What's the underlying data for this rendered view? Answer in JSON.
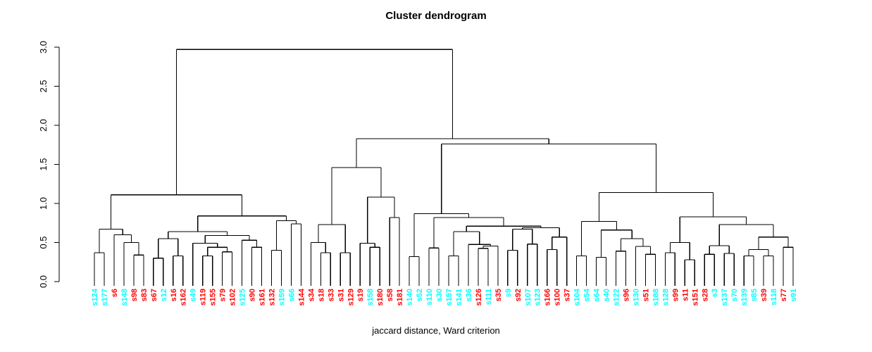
{
  "chart_data": {
    "type": "dendrogram",
    "title": "Cluster dendrogram",
    "xlabel": "jaccard distance, Ward criterion",
    "ylabel": "",
    "ylim": [
      0,
      3
    ],
    "y_ticks": [
      {
        "value": 0.0,
        "label": "0.0"
      },
      {
        "value": 0.5,
        "label": "0.5"
      },
      {
        "value": 1.0,
        "label": "1.0"
      },
      {
        "value": 1.5,
        "label": "1.5"
      },
      {
        "value": 2.0,
        "label": "2.0"
      },
      {
        "value": 2.5,
        "label": "2.5"
      },
      {
        "value": 3.0,
        "label": "3.0"
      }
    ],
    "colors": {
      "red": "#FF0000",
      "cyan": "#00FFFF",
      "line": "#000000",
      "background": "#FFFFFF"
    },
    "leaves": [
      {
        "label": "s124",
        "color": "cyan"
      },
      {
        "label": "s177",
        "color": "cyan"
      },
      {
        "label": "s6",
        "color": "red"
      },
      {
        "label": "s148",
        "color": "cyan"
      },
      {
        "label": "s98",
        "color": "red"
      },
      {
        "label": "s83",
        "color": "red"
      },
      {
        "label": "s67",
        "color": "red"
      },
      {
        "label": "s12",
        "color": "cyan"
      },
      {
        "label": "s16",
        "color": "red"
      },
      {
        "label": "s162",
        "color": "red"
      },
      {
        "label": "s49",
        "color": "cyan"
      },
      {
        "label": "s119",
        "color": "red"
      },
      {
        "label": "s155",
        "color": "red"
      },
      {
        "label": "s79",
        "color": "red"
      },
      {
        "label": "s102",
        "color": "red"
      },
      {
        "label": "s125",
        "color": "cyan"
      },
      {
        "label": "s90",
        "color": "red"
      },
      {
        "label": "s161",
        "color": "red"
      },
      {
        "label": "s132",
        "color": "red"
      },
      {
        "label": "s159",
        "color": "cyan"
      },
      {
        "label": "s66",
        "color": "cyan"
      },
      {
        "label": "s144",
        "color": "red"
      },
      {
        "label": "s34",
        "color": "red"
      },
      {
        "label": "s18",
        "color": "red"
      },
      {
        "label": "s33",
        "color": "red"
      },
      {
        "label": "s31",
        "color": "red"
      },
      {
        "label": "s129",
        "color": "red"
      },
      {
        "label": "s19",
        "color": "red"
      },
      {
        "label": "s158",
        "color": "cyan"
      },
      {
        "label": "s180",
        "color": "red"
      },
      {
        "label": "s58",
        "color": "red"
      },
      {
        "label": "s181",
        "color": "red"
      },
      {
        "label": "s140",
        "color": "cyan"
      },
      {
        "label": "s52",
        "color": "cyan"
      },
      {
        "label": "s110",
        "color": "cyan"
      },
      {
        "label": "s30",
        "color": "cyan"
      },
      {
        "label": "s157",
        "color": "cyan"
      },
      {
        "label": "s141",
        "color": "cyan"
      },
      {
        "label": "s36",
        "color": "cyan"
      },
      {
        "label": "s126",
        "color": "red"
      },
      {
        "label": "s111",
        "color": "cyan"
      },
      {
        "label": "s35",
        "color": "red"
      },
      {
        "label": "s9",
        "color": "cyan"
      },
      {
        "label": "s92",
        "color": "red"
      },
      {
        "label": "s107",
        "color": "cyan"
      },
      {
        "label": "s123",
        "color": "cyan"
      },
      {
        "label": "s166",
        "color": "red"
      },
      {
        "label": "s100",
        "color": "red"
      },
      {
        "label": "s37",
        "color": "red"
      },
      {
        "label": "s104",
        "color": "cyan"
      },
      {
        "label": "s54",
        "color": "cyan"
      },
      {
        "label": "s64",
        "color": "cyan"
      },
      {
        "label": "s40",
        "color": "cyan"
      },
      {
        "label": "s122",
        "color": "cyan"
      },
      {
        "label": "s96",
        "color": "red"
      },
      {
        "label": "s130",
        "color": "cyan"
      },
      {
        "label": "s51",
        "color": "red"
      },
      {
        "label": "s188",
        "color": "cyan"
      },
      {
        "label": "s128",
        "color": "cyan"
      },
      {
        "label": "s99",
        "color": "red"
      },
      {
        "label": "s11",
        "color": "red"
      },
      {
        "label": "s151",
        "color": "red"
      },
      {
        "label": "s28",
        "color": "red"
      },
      {
        "label": "s3",
        "color": "cyan"
      },
      {
        "label": "s137",
        "color": "cyan"
      },
      {
        "label": "s70",
        "color": "cyan"
      },
      {
        "label": "s139",
        "color": "cyan"
      },
      {
        "label": "s85",
        "color": "cyan"
      },
      {
        "label": "s39",
        "color": "red"
      },
      {
        "label": "s118",
        "color": "cyan"
      },
      {
        "label": "s77",
        "color": "red"
      },
      {
        "label": "s91",
        "color": "cyan"
      }
    ],
    "tree": {
      "h": 2.97,
      "c": [
        {
          "h": 1.11,
          "c": [
            {
              "h": 0.67,
              "c": [
                {
                  "h": 0.37,
                  "c": [
                    "s124",
                    "s177"
                  ]
                },
                {
                  "h": 0.6,
                  "c": [
                    "s6",
                    {
                      "h": 0.5,
                      "c": [
                        "s148",
                        {
                          "h": 0.34,
                          "c": [
                            "s98",
                            "s83"
                          ]
                        }
                      ]
                    }
                  ]
                }
              ]
            },
            {
              "h": 0.84,
              "c": [
                {
                  "h": 0.64,
                  "c": [
                    {
                      "h": 0.55,
                      "c": [
                        {
                          "h": 0.3,
                          "c": [
                            "s67",
                            "s12"
                          ]
                        },
                        {
                          "h": 0.33,
                          "c": [
                            "s16",
                            "s162"
                          ]
                        }
                      ]
                    },
                    {
                      "h": 0.59,
                      "c": [
                        {
                          "h": 0.49,
                          "c": [
                            "s49",
                            {
                              "h": 0.44,
                              "c": [
                                {
                                  "h": 0.33,
                                  "c": [
                                    "s119",
                                    "s155"
                                  ]
                                },
                                {
                                  "h": 0.38,
                                  "c": [
                                    "s79",
                                    "s102"
                                  ]
                                }
                              ]
                            }
                          ]
                        },
                        {
                          "h": 0.53,
                          "c": [
                            "s125",
                            {
                              "h": 0.44,
                              "c": [
                                "s90",
                                "s161"
                              ]
                            }
                          ]
                        }
                      ]
                    }
                  ]
                },
                {
                  "h": 0.78,
                  "c": [
                    {
                      "h": 0.4,
                      "c": [
                        "s132",
                        "s159"
                      ]
                    },
                    {
                      "h": 0.74,
                      "c": [
                        "s66",
                        "s144"
                      ]
                    }
                  ]
                }
              ]
            }
          ]
        },
        {
          "h": 1.83,
          "c": [
            {
              "h": 1.46,
              "c": [
                {
                  "h": 0.73,
                  "c": [
                    {
                      "h": 0.5,
                      "c": [
                        "s34",
                        {
                          "h": 0.37,
                          "c": [
                            "s18",
                            "s33"
                          ]
                        }
                      ]
                    },
                    {
                      "h": 0.37,
                      "c": [
                        "s31",
                        "s129"
                      ]
                    }
                  ]
                },
                {
                  "h": 1.08,
                  "c": [
                    {
                      "h": 0.49,
                      "c": [
                        "s19",
                        {
                          "h": 0.44,
                          "c": [
                            "s158",
                            "s180"
                          ]
                        }
                      ]
                    },
                    {
                      "h": 0.82,
                      "c": [
                        "s58",
                        "s181"
                      ]
                    }
                  ]
                }
              ]
            },
            {
              "h": 1.76,
              "c": [
                {
                  "h": 0.87,
                  "c": [
                    {
                      "h": 0.32,
                      "c": [
                        "s140",
                        "s52"
                      ]
                    },
                    {
                      "h": 0.82,
                      "c": [
                        {
                          "h": 0.43,
                          "c": [
                            "s110",
                            "s30"
                          ]
                        },
                        {
                          "h": 0.71,
                          "c": [
                            {
                              "h": 0.64,
                              "c": [
                                {
                                  "h": 0.33,
                                  "c": [
                                    "s157",
                                    "s141"
                                  ]
                                },
                                {
                                  "h": 0.475,
                                  "c": [
                                    "s36",
                                    {
                                      "h": 0.455,
                                      "c": [
                                        {
                                          "h": 0.425,
                                          "c": [
                                            "s126",
                                            "s111"
                                          ]
                                        },
                                        "s35"
                                      ]
                                    }
                                  ]
                                }
                              ]
                            },
                            {
                              "h": 0.69,
                              "c": [
                                {
                                  "h": 0.67,
                                  "c": [
                                    {
                                      "h": 0.4,
                                      "c": [
                                        "s9",
                                        "s92"
                                      ]
                                    },
                                    {
                                      "h": 0.48,
                                      "c": [
                                        "s107",
                                        "s123"
                                      ]
                                    }
                                  ]
                                },
                                {
                                  "h": 0.57,
                                  "c": [
                                    {
                                      "h": 0.41,
                                      "c": [
                                        "s166",
                                        "s100"
                                      ]
                                    },
                                    "s37"
                                  ]
                                }
                              ]
                            }
                          ]
                        }
                      ]
                    }
                  ]
                },
                {
                  "h": 1.14,
                  "c": [
                    {
                      "h": 0.77,
                      "c": [
                        {
                          "h": 0.33,
                          "c": [
                            "s104",
                            "s54"
                          ]
                        },
                        {
                          "h": 0.66,
                          "c": [
                            {
                              "h": 0.31,
                              "c": [
                                "s64",
                                "s40"
                              ]
                            },
                            {
                              "h": 0.55,
                              "c": [
                                {
                                  "h": 0.39,
                                  "c": [
                                    "s122",
                                    "s96"
                                  ]
                                },
                                {
                                  "h": 0.45,
                                  "c": [
                                    "s130",
                                    {
                                      "h": 0.35,
                                      "c": [
                                        "s51",
                                        "s188"
                                      ]
                                    }
                                  ]
                                }
                              ]
                            }
                          ]
                        }
                      ]
                    },
                    {
                      "h": 0.83,
                      "c": [
                        {
                          "h": 0.5,
                          "c": [
                            {
                              "h": 0.37,
                              "c": [
                                "s128",
                                "s99"
                              ]
                            },
                            {
                              "h": 0.28,
                              "c": [
                                "s11",
                                "s151"
                              ]
                            }
                          ]
                        },
                        {
                          "h": 0.73,
                          "c": [
                            {
                              "h": 0.46,
                              "c": [
                                {
                                  "h": 0.35,
                                  "c": [
                                    "s28",
                                    "s3"
                                  ]
                                },
                                {
                                  "h": 0.36,
                                  "c": [
                                    "s137",
                                    "s70"
                                  ]
                                }
                              ]
                            },
                            {
                              "h": 0.57,
                              "c": [
                                {
                                  "h": 0.41,
                                  "c": [
                                    {
                                      "h": 0.33,
                                      "c": [
                                        "s139",
                                        "s85"
                                      ]
                                    },
                                    {
                                      "h": 0.33,
                                      "c": [
                                        "s39",
                                        "s118"
                                      ]
                                    }
                                  ]
                                },
                                {
                                  "h": 0.44,
                                  "c": [
                                    "s77",
                                    "s91"
                                  ]
                                }
                              ]
                            }
                          ]
                        }
                      ]
                    }
                  ]
                }
              ]
            }
          ]
        }
      ]
    }
  }
}
